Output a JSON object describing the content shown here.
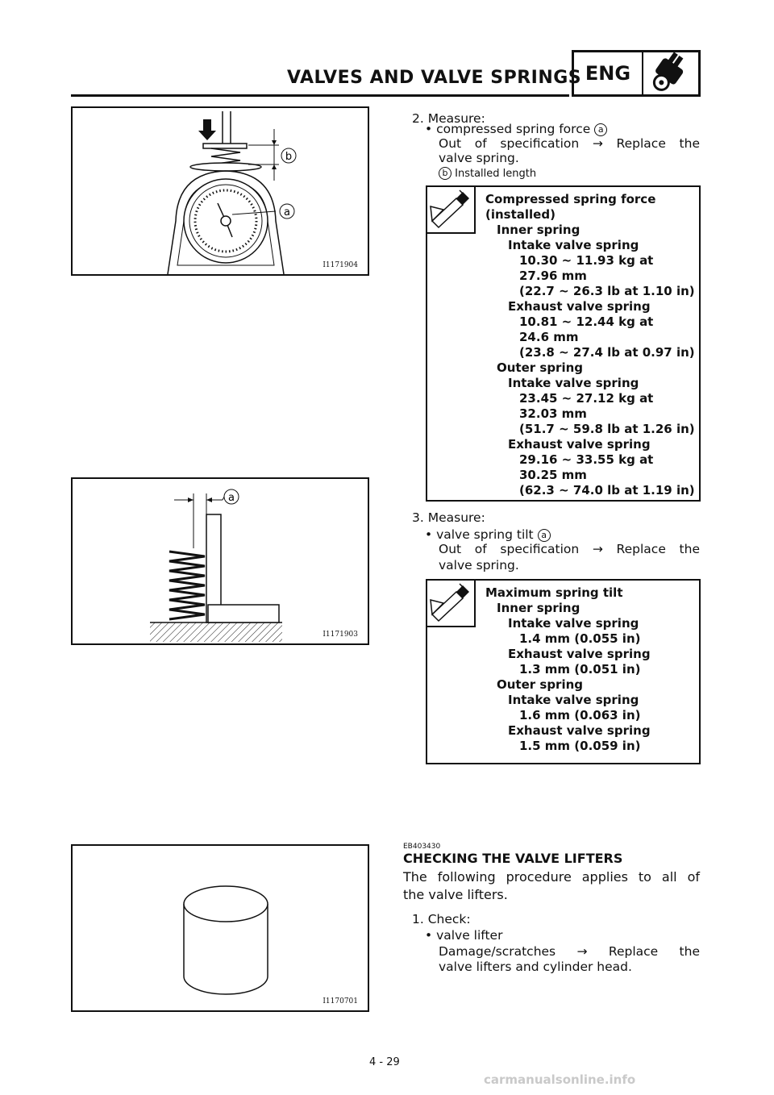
{
  "header": {
    "title": "VALVES AND VALVE SPRINGS",
    "badge": "ENG",
    "badge_icon": "engine-piston-icon"
  },
  "figures": [
    {
      "code": "I1171904",
      "callouts": [
        "b",
        "a"
      ]
    },
    {
      "code": "I1171903",
      "callouts": [
        "a"
      ]
    },
    {
      "code": "I1170701",
      "callouts": []
    }
  ],
  "step2": {
    "label": "2. Measure:",
    "bullet": "• compressed spring force",
    "bullet_mark": "a",
    "line1": "Out of specification → Replace the",
    "line2": "valve spring.",
    "note_mark": "b",
    "note": "Installed length"
  },
  "spec1": {
    "icon": "caliper-icon",
    "lines": [
      {
        "t": "Compressed spring force",
        "l": 0
      },
      {
        "t": "(installed)",
        "l": 0
      },
      {
        "t": "Inner spring",
        "l": 1
      },
      {
        "t": "Intake valve spring",
        "l": 2
      },
      {
        "t": "10.30 ~ 11.93 kg at",
        "l": 3
      },
      {
        "t": "27.96 mm",
        "l": 3
      },
      {
        "t": "(22.7 ~ 26.3 lb at 1.10 in)",
        "l": 3
      },
      {
        "t": "Exhaust valve spring",
        "l": 2
      },
      {
        "t": "10.81 ~ 12.44 kg at",
        "l": 3
      },
      {
        "t": "24.6 mm",
        "l": 3
      },
      {
        "t": "(23.8 ~ 27.4 lb at 0.97 in)",
        "l": 3
      },
      {
        "t": "Outer spring",
        "l": 1
      },
      {
        "t": "Intake valve spring",
        "l": 2
      },
      {
        "t": "23.45 ~ 27.12 kg at",
        "l": 3
      },
      {
        "t": "32.03 mm",
        "l": 3
      },
      {
        "t": "(51.7 ~ 59.8 lb at 1.26 in)",
        "l": 3
      },
      {
        "t": "Exhaust valve spring",
        "l": 2
      },
      {
        "t": "29.16 ~ 33.55 kg at",
        "l": 3
      },
      {
        "t": "30.25 mm",
        "l": 3
      },
      {
        "t": "(62.3 ~ 74.0 lb at 1.19 in)",
        "l": 3
      }
    ]
  },
  "step3": {
    "label": "3. Measure:",
    "bullet": "• valve spring tilt",
    "bullet_mark": "a",
    "line1": "Out of specification → Replace the",
    "line2": "valve spring."
  },
  "spec2": {
    "icon": "caliper-icon",
    "lines": [
      {
        "t": "Maximum spring tilt",
        "l": 0
      },
      {
        "t": "Inner spring",
        "l": 1
      },
      {
        "t": "Intake valve spring",
        "l": 2
      },
      {
        "t": "1.4 mm (0.055 in)",
        "l": 3
      },
      {
        "t": "Exhaust valve spring",
        "l": 2
      },
      {
        "t": "1.3 mm (0.051 in)",
        "l": 3
      },
      {
        "t": "Outer spring",
        "l": 1
      },
      {
        "t": "Intake valve spring",
        "l": 2
      },
      {
        "t": "1.6 mm (0.063 in)",
        "l": 3
      },
      {
        "t": "Exhaust valve spring",
        "l": 2
      },
      {
        "t": "1.5 mm (0.059 in)",
        "l": 3
      }
    ]
  },
  "section": {
    "code": "EB403430",
    "title": "CHECKING THE VALVE LIFTERS",
    "intro1": "The following procedure applies to all of",
    "intro2": "the valve lifters.",
    "step_label": "1. Check:",
    "bullet": "• valve lifter",
    "line1": "Damage/scratches → Replace the",
    "line2": "valve lifters and cylinder head."
  },
  "page_number": "4 - 29",
  "footer": "carmanualsonline.info"
}
